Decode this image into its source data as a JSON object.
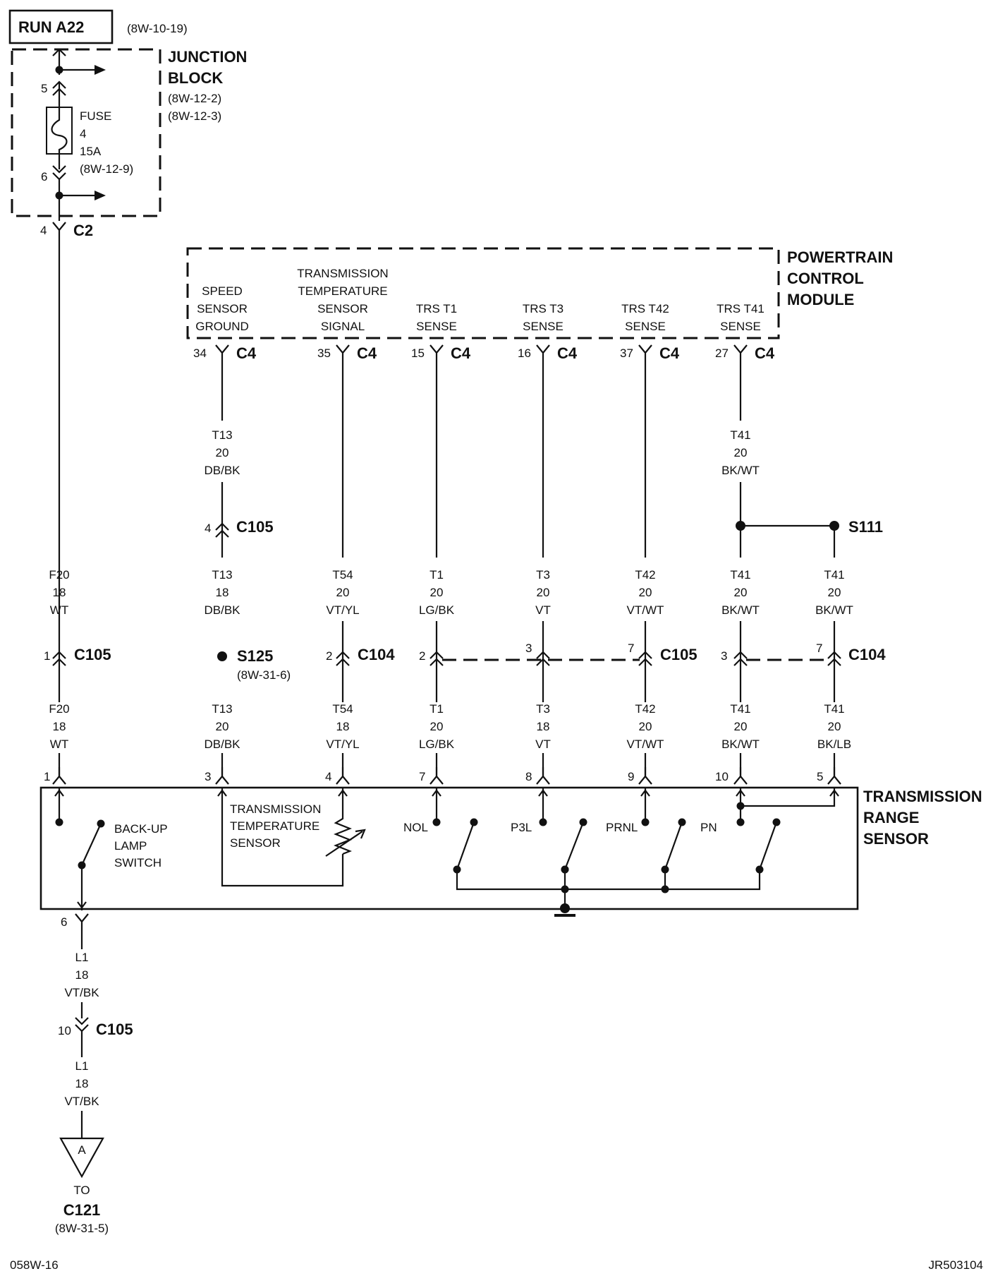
{
  "header": {
    "run_label": "RUN A22",
    "run_ref": "(8W-10-19)"
  },
  "junction_block": {
    "title_1": "JUNCTION",
    "title_2": "BLOCK",
    "ref_1": "(8W-12-2)",
    "ref_2": "(8W-12-3)",
    "fuse_label": "FUSE",
    "fuse_number": "4",
    "fuse_rating": "15A",
    "fuse_ref": "(8W-12-9)",
    "pin_top": "5",
    "pin_bottom": "6",
    "out_pin": "4",
    "out_connector": "C2"
  },
  "pcm": {
    "title_1": "POWERTRAIN",
    "title_2": "CONTROL",
    "title_3": "MODULE",
    "terminals": [
      {
        "lines": [
          "SPEED",
          "SENSOR",
          "GROUND"
        ],
        "pin": "34",
        "conn": "C4"
      },
      {
        "lines": [
          "TRANSMISSION",
          "TEMPERATURE",
          "SENSOR",
          "SIGNAL"
        ],
        "pin": "35",
        "conn": "C4"
      },
      {
        "lines": [
          "TRS T1",
          "SENSE"
        ],
        "pin": "15",
        "conn": "C4"
      },
      {
        "lines": [
          "TRS T3",
          "SENSE"
        ],
        "pin": "16",
        "conn": "C4"
      },
      {
        "lines": [
          "TRS T42",
          "SENSE"
        ],
        "pin": "37",
        "conn": "C4"
      },
      {
        "lines": [
          "TRS T41",
          "SENSE"
        ],
        "pin": "27",
        "conn": "C4"
      }
    ]
  },
  "wires": {
    "f20_upper": [
      "F20",
      "18",
      "WT"
    ],
    "f20_lower": [
      "F20",
      "18",
      "WT"
    ],
    "t13_a": [
      "T13",
      "20",
      "DB/BK"
    ],
    "t13_b": [
      "T13",
      "18",
      "DB/BK"
    ],
    "t13_c": [
      "T13",
      "20",
      "DB/BK"
    ],
    "t54_upper": [
      "T54",
      "20",
      "VT/YL"
    ],
    "t54_lower": [
      "T54",
      "18",
      "VT/YL"
    ],
    "t1_upper": [
      "T1",
      "20",
      "LG/BK"
    ],
    "t1_lower": [
      "T1",
      "20",
      "LG/BK"
    ],
    "t3_upper": [
      "T3",
      "20",
      "VT"
    ],
    "t3_lower": [
      "T3",
      "18",
      "VT"
    ],
    "t42_upper": [
      "T42",
      "20",
      "VT/WT"
    ],
    "t42_lower": [
      "T42",
      "20",
      "VT/WT"
    ],
    "t41_top": [
      "T41",
      "20",
      "BK/WT"
    ],
    "t41_mid_left": [
      "T41",
      "20",
      "BK/WT"
    ],
    "t41_mid_right": [
      "T41",
      "20",
      "BK/WT"
    ],
    "t41_low_left": [
      "T41",
      "20",
      "BK/WT"
    ],
    "t41_low_right": [
      "T41",
      "20",
      "BK/LB"
    ],
    "l1_upper": [
      "L1",
      "18",
      "VT/BK"
    ],
    "l1_lower": [
      "L1",
      "18",
      "VT/BK"
    ]
  },
  "connectors": {
    "c105_t13": {
      "pin": "4",
      "name": "C105"
    },
    "c105_f20": {
      "pin": "1",
      "name": "C105"
    },
    "c104_t54": {
      "pin": "2",
      "name": "C104"
    },
    "c105_t1": {
      "pin": "2"
    },
    "c105_t3": {
      "pin": "3"
    },
    "c105_t42": {
      "pin": "7",
      "name": "C105"
    },
    "c104_t41a": {
      "pin": "3"
    },
    "c104_t41b": {
      "pin": "7",
      "name": "C104"
    },
    "c105_l1": {
      "pin": "10",
      "name": "C105"
    }
  },
  "splices": {
    "s111": "S111",
    "s125": "S125",
    "s125_ref": "(8W-31-6)"
  },
  "trs": {
    "title_1": "TRANSMISSION",
    "title_2": "RANGE",
    "title_3": "SENSOR",
    "pins": [
      "1",
      "3",
      "4",
      "7",
      "8",
      "9",
      "10",
      "5"
    ],
    "bottom_pin": "6",
    "backup_1": "BACK-UP",
    "backup_2": "LAMP",
    "backup_3": "SWITCH",
    "tts_1": "TRANSMISSION",
    "tts_2": "TEMPERATURE",
    "tts_3": "SENSOR",
    "contacts": [
      "NOL",
      "P3L",
      "PRNL",
      "PN"
    ]
  },
  "destination": {
    "symbol": "A",
    "to_label": "TO",
    "connector": "C121",
    "ref": "(8W-31-5)"
  },
  "footer": {
    "left": "058W-16",
    "right": "JR503104"
  }
}
